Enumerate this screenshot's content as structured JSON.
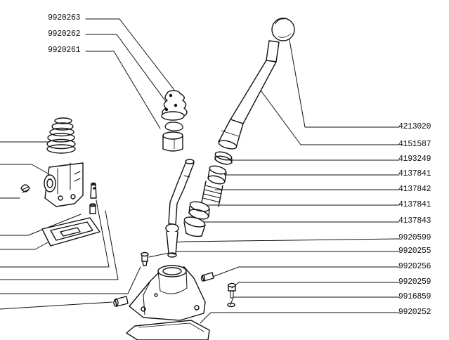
{
  "labels_left": [
    "9920263",
    "9920262",
    "9920261"
  ],
  "labels_right": [
    "4213020",
    "4151587",
    "4193249",
    "4137841",
    "4137842",
    "4137841",
    "4137843",
    "9920599",
    "9920255",
    "9920256",
    "9920259",
    "9916859",
    "9920252"
  ]
}
